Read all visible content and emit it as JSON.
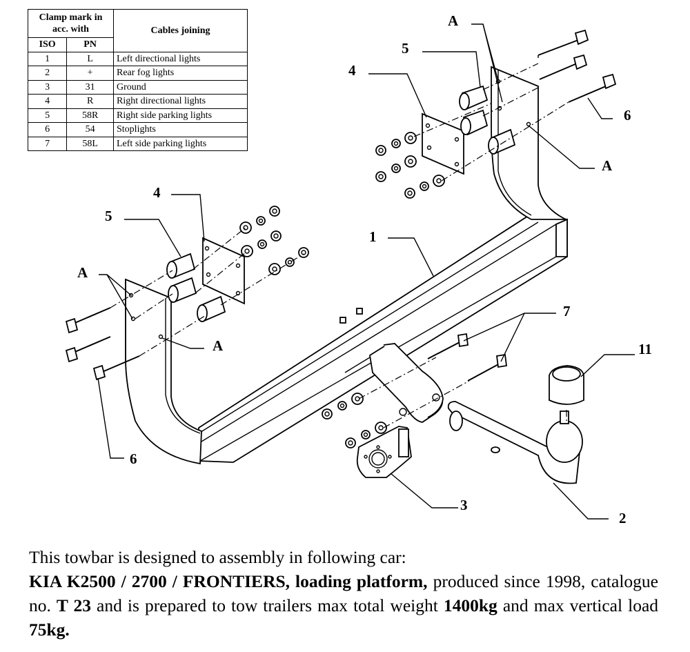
{
  "table": {
    "header_clamp": "Clamp mark in acc. with",
    "header_cables": "Cables joining",
    "header_iso": "ISO",
    "header_pn": "PN",
    "rows": [
      {
        "iso": "1",
        "pn": "L",
        "desc": "Left directional lights"
      },
      {
        "iso": "2",
        "pn": "+",
        "desc": "Rear fog lights"
      },
      {
        "iso": "3",
        "pn": "31",
        "desc": "Ground"
      },
      {
        "iso": "4",
        "pn": "R",
        "desc": "Right directional lights"
      },
      {
        "iso": "5",
        "pn": "58R",
        "desc": "Right side parking lights"
      },
      {
        "iso": "6",
        "pn": "54",
        "desc": "Stoplights"
      },
      {
        "iso": "7",
        "pn": "58L",
        "desc": "Left side parking lights"
      }
    ]
  },
  "labels": {
    "a_top": "A",
    "a_right": "A",
    "a_left": "A",
    "a_mid": "A",
    "n5_top": "5",
    "n4_top": "4",
    "n6_top": "6",
    "n4_left": "4",
    "n5_left": "5",
    "n1": "1",
    "n7": "7",
    "n11": "11",
    "n6_bottom": "6",
    "n3": "3",
    "n2": "2"
  },
  "caption": {
    "line1": "This towbar is designed to assembly in following car:",
    "car_model": "KIA K2500 / 2700 / FRONTIERS, loading platform,",
    "produced_since": " produced since 1998, catalogue no. ",
    "catalogue_no": "T 23",
    "prepared": " and is prepared to tow trailers max total weight ",
    "max_weight": "1400kg",
    "and_max_vertical": " and max vertical load ",
    "max_vertical": "75kg."
  }
}
